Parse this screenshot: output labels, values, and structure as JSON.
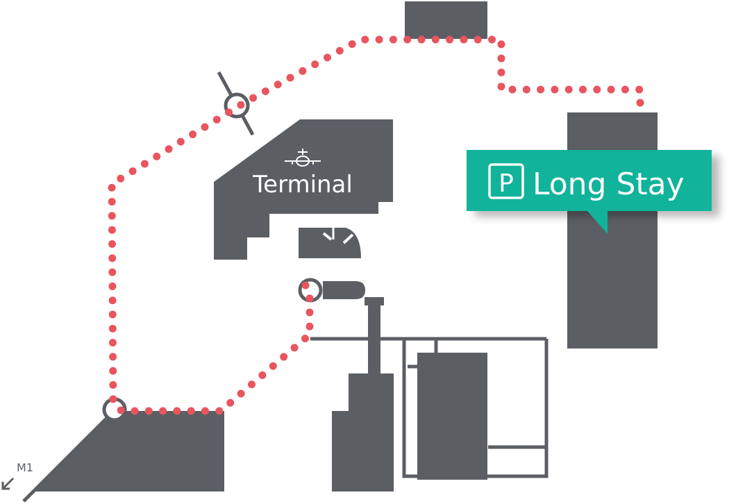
{
  "map": {
    "terminal_label": "Terminal",
    "parking_letter": "P",
    "long_stay_label": "Long Stay",
    "road_label": "M1",
    "icons": {
      "terminal": "airplane-icon",
      "parking": "parking-icon",
      "road_direction": "arrow-down-left-icon"
    },
    "colors": {
      "building": "#5b5e63",
      "route": "#e8555f",
      "callout": "#11b39b",
      "background": "#ffffff"
    }
  }
}
